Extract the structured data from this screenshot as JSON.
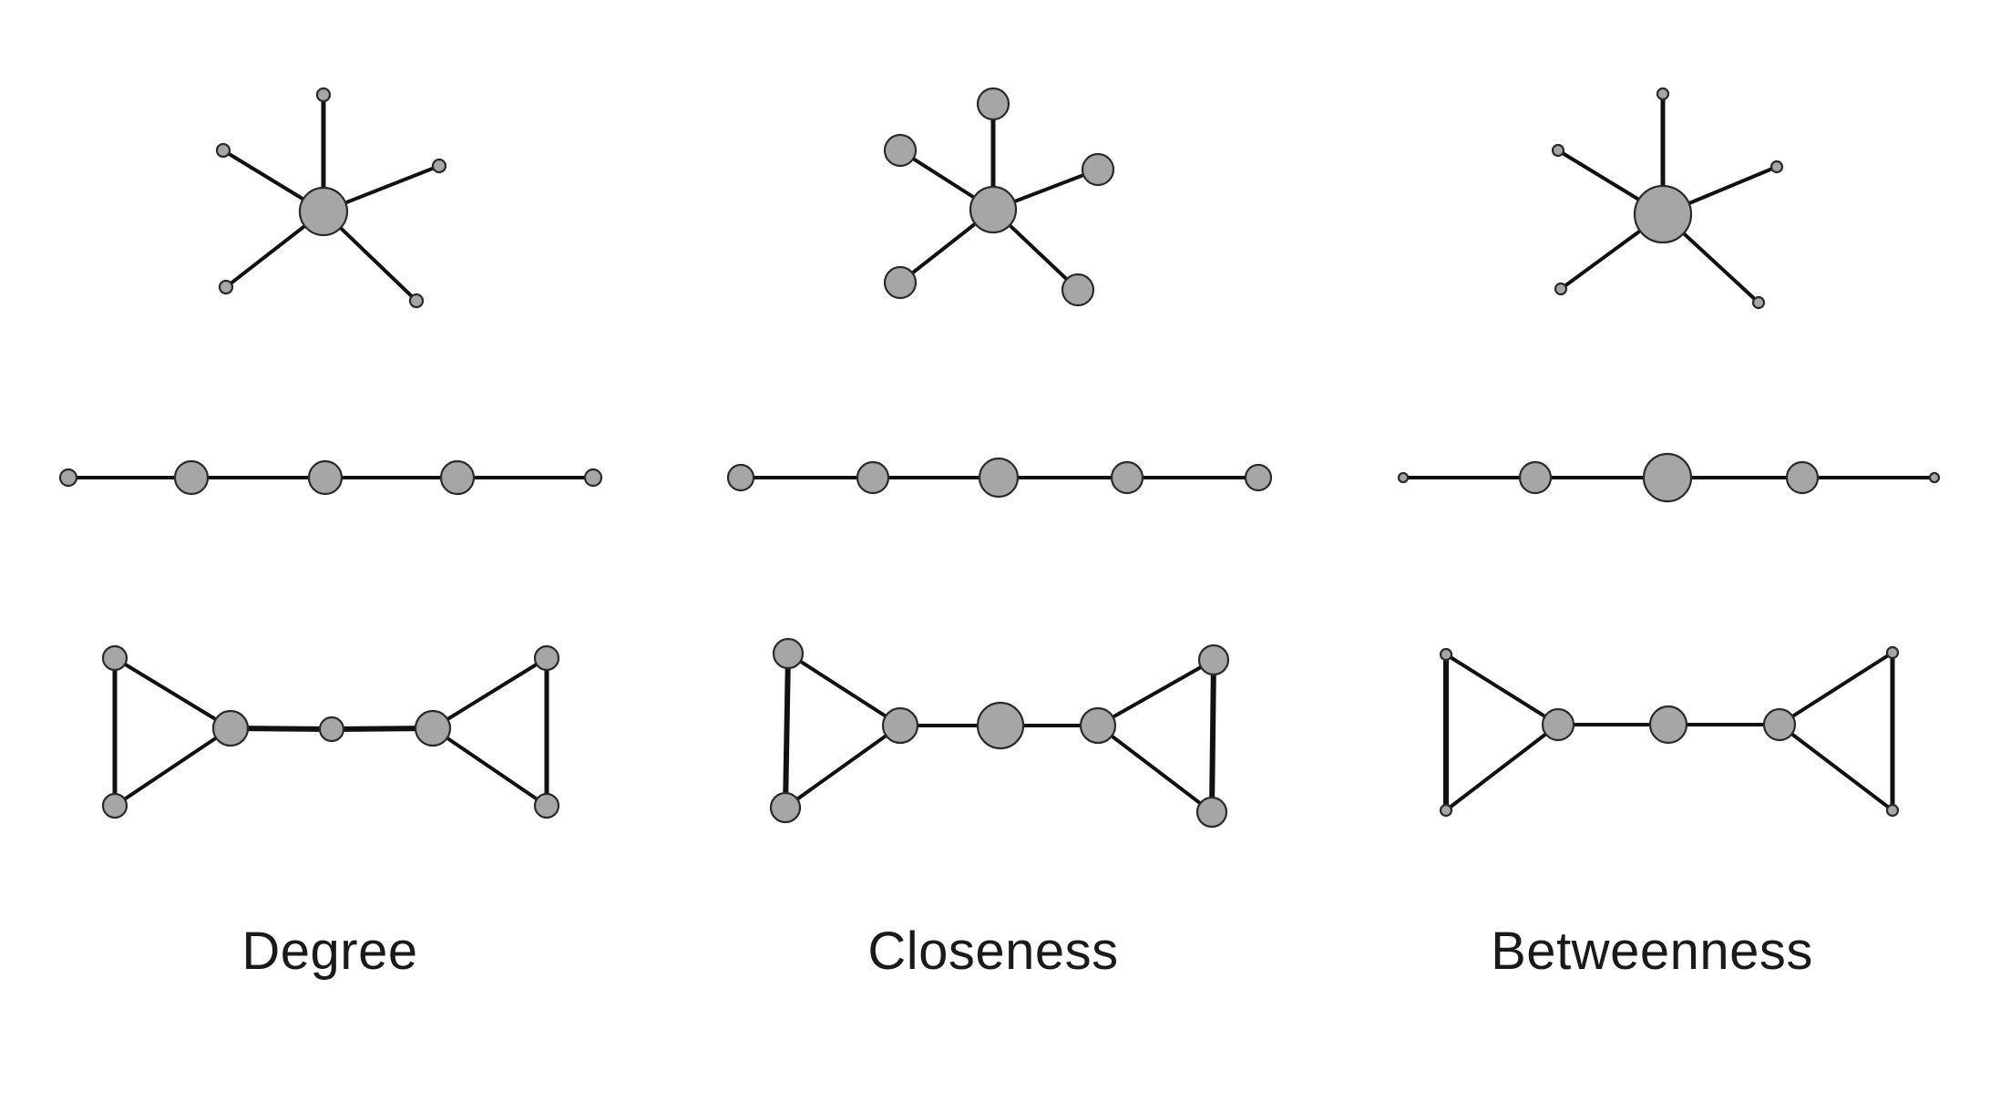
{
  "labels": {
    "degree": "Degree",
    "closeness": "Closeness",
    "betweenness": "Betweenness"
  },
  "colors": {
    "node_fill": "#a6a6a6",
    "node_stroke": "#2a2a2a",
    "edge": "#111111",
    "text": "#1a1a1a",
    "background": "#ffffff"
  }
}
